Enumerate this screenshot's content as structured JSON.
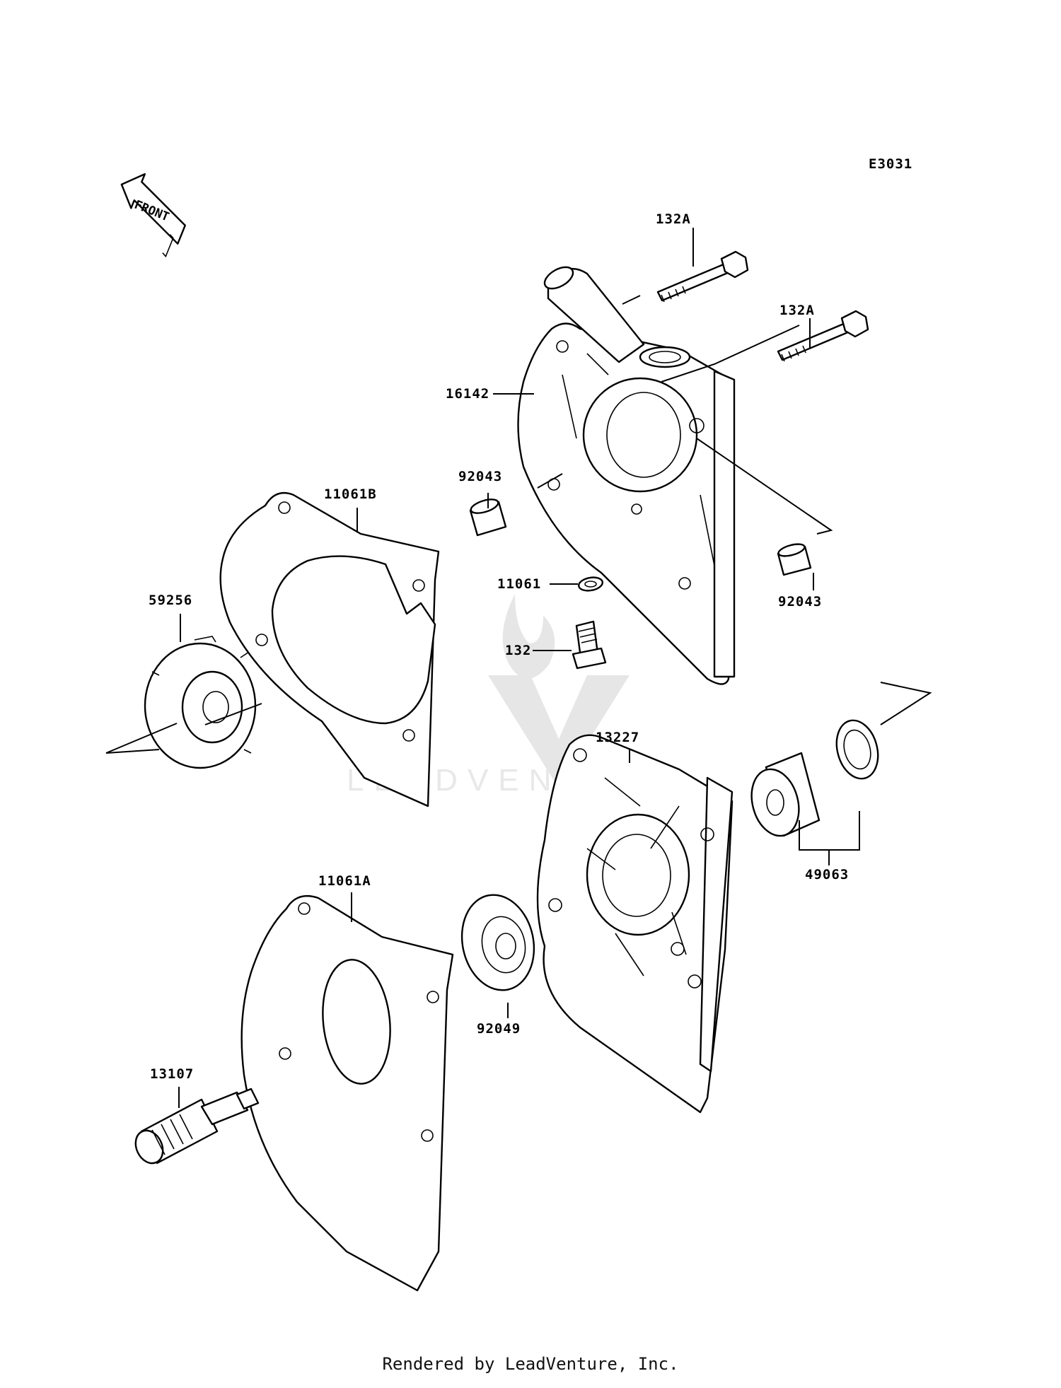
{
  "diagram_code": "E3031",
  "front_label": "FRONT",
  "watermark": "LEADVENTURE",
  "footer": "Rendered by LeadVenture, Inc.",
  "callouts": {
    "p132a_top": "132A",
    "p132a_right": "132A",
    "p16142": "16142",
    "p92043_left": "92043",
    "p92043_right": "92043",
    "p11061b": "11061B",
    "p11061": "11061",
    "p132": "132",
    "p59256": "59256",
    "p13227": "13227",
    "p49063": "49063",
    "p11061a": "11061A",
    "p92049": "92049",
    "p13107": "13107"
  }
}
